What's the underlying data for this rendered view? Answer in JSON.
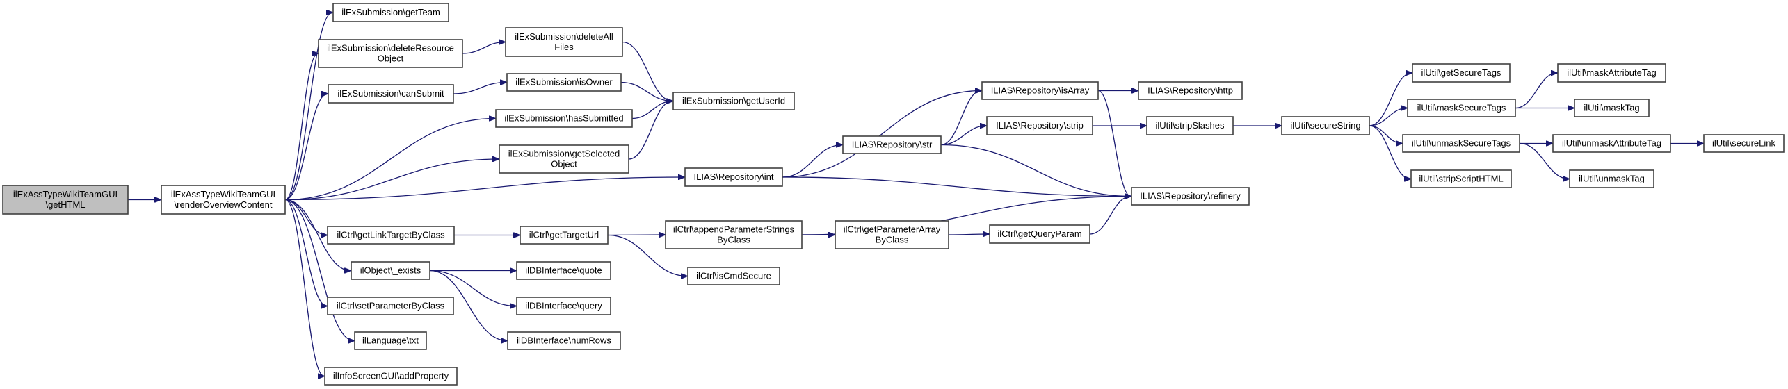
{
  "diagram": {
    "type": "call-graph",
    "colors": {
      "edge": "#191970",
      "node_border": "#404040",
      "node_fill": "#ffffff",
      "root_fill": "#bfbfbf"
    },
    "nodes": [
      {
        "id": "getHTML",
        "lines": [
          "ilExAssTypeWikiTeamGUI",
          "\\getHTML"
        ],
        "root": true
      },
      {
        "id": "renderOverviewContent",
        "lines": [
          "ilExAssTypeWikiTeamGUI",
          "\\renderOverviewContent"
        ]
      },
      {
        "id": "getTeam",
        "lines": [
          "ilExSubmission\\getTeam"
        ]
      },
      {
        "id": "deleteResourceObject",
        "lines": [
          "ilExSubmission\\deleteResource",
          "Object"
        ]
      },
      {
        "id": "canSubmit",
        "lines": [
          "ilExSubmission\\canSubmit"
        ]
      },
      {
        "id": "hasSubmitted",
        "lines": [
          "ilExSubmission\\hasSubmitted"
        ]
      },
      {
        "id": "getSelectedObject",
        "lines": [
          "ilExSubmission\\getSelected",
          "Object"
        ]
      },
      {
        "id": "deleteAllFiles",
        "lines": [
          "ilExSubmission\\deleteAll",
          "Files"
        ]
      },
      {
        "id": "isOwner",
        "lines": [
          "ilExSubmission\\isOwner"
        ]
      },
      {
        "id": "getUserId",
        "lines": [
          "ilExSubmission\\getUserId"
        ]
      },
      {
        "id": "int",
        "lines": [
          "ILIAS\\Repository\\int"
        ]
      },
      {
        "id": "str",
        "lines": [
          "ILIAS\\Repository\\str"
        ]
      },
      {
        "id": "isArray",
        "lines": [
          "ILIAS\\Repository\\isArray"
        ]
      },
      {
        "id": "http",
        "lines": [
          "ILIAS\\Repository\\http"
        ]
      },
      {
        "id": "strip",
        "lines": [
          "ILIAS\\Repository\\strip"
        ]
      },
      {
        "id": "refinery",
        "lines": [
          "ILIAS\\Repository\\refinery"
        ]
      },
      {
        "id": "stripSlashes",
        "lines": [
          "ilUtil\\stripSlashes"
        ]
      },
      {
        "id": "secureString",
        "lines": [
          "ilUtil\\secureString"
        ]
      },
      {
        "id": "getSecureTags",
        "lines": [
          "ilUtil\\getSecureTags"
        ]
      },
      {
        "id": "maskSecureTags",
        "lines": [
          "ilUtil\\maskSecureTags"
        ]
      },
      {
        "id": "unmaskSecureTags",
        "lines": [
          "ilUtil\\unmaskSecureTags"
        ]
      },
      {
        "id": "stripScriptHTML",
        "lines": [
          "ilUtil\\stripScriptHTML"
        ]
      },
      {
        "id": "maskAttributeTag",
        "lines": [
          "ilUtil\\maskAttributeTag"
        ]
      },
      {
        "id": "maskTag",
        "lines": [
          "ilUtil\\maskTag"
        ]
      },
      {
        "id": "unmaskAttributeTag",
        "lines": [
          "ilUtil\\unmaskAttributeTag"
        ]
      },
      {
        "id": "secureLink",
        "lines": [
          "ilUtil\\secureLink"
        ]
      },
      {
        "id": "unmaskTag",
        "lines": [
          "ilUtil\\unmaskTag"
        ]
      },
      {
        "id": "getLinkTargetByClass",
        "lines": [
          "ilCtrl\\getLinkTargetByClass"
        ]
      },
      {
        "id": "getTargetUrl",
        "lines": [
          "ilCtrl\\getTargetUrl"
        ]
      },
      {
        "id": "appendParameterStringsByClass",
        "lines": [
          "ilCtrl\\appendParameterStrings",
          "ByClass"
        ]
      },
      {
        "id": "getParameterArrayByClass",
        "lines": [
          "ilCtrl\\getParameterArray",
          "ByClass"
        ]
      },
      {
        "id": "getQueryParam",
        "lines": [
          "ilCtrl\\getQueryParam"
        ]
      },
      {
        "id": "isCmdSecure",
        "lines": [
          "ilCtrl\\isCmdSecure"
        ]
      },
      {
        "id": "exists",
        "lines": [
          "ilObject\\_exists"
        ]
      },
      {
        "id": "quote",
        "lines": [
          "ilDBInterface\\quote"
        ]
      },
      {
        "id": "query",
        "lines": [
          "ilDBInterface\\query"
        ]
      },
      {
        "id": "numRows",
        "lines": [
          "ilDBInterface\\numRows"
        ]
      },
      {
        "id": "setParameterByClass",
        "lines": [
          "ilCtrl\\setParameterByClass"
        ]
      },
      {
        "id": "txt",
        "lines": [
          "ilLanguage\\txt"
        ]
      },
      {
        "id": "addProperty",
        "lines": [
          "ilInfoScreenGUI\\addProperty"
        ]
      }
    ],
    "edges": [
      [
        "getHTML",
        "renderOverviewContent"
      ],
      [
        "renderOverviewContent",
        "getTeam"
      ],
      [
        "renderOverviewContent",
        "deleteResourceObject"
      ],
      [
        "renderOverviewContent",
        "canSubmit"
      ],
      [
        "renderOverviewContent",
        "hasSubmitted"
      ],
      [
        "renderOverviewContent",
        "getSelectedObject"
      ],
      [
        "renderOverviewContent",
        "int"
      ],
      [
        "renderOverviewContent",
        "getLinkTargetByClass"
      ],
      [
        "renderOverviewContent",
        "exists"
      ],
      [
        "renderOverviewContent",
        "setParameterByClass"
      ],
      [
        "renderOverviewContent",
        "txt"
      ],
      [
        "renderOverviewContent",
        "addProperty"
      ],
      [
        "deleteResourceObject",
        "deleteAllFiles"
      ],
      [
        "deleteAllFiles",
        "getUserId"
      ],
      [
        "canSubmit",
        "isOwner"
      ],
      [
        "isOwner",
        "getUserId"
      ],
      [
        "hasSubmitted",
        "getUserId"
      ],
      [
        "getSelectedObject",
        "getUserId"
      ],
      [
        "int",
        "isArray"
      ],
      [
        "int",
        "str"
      ],
      [
        "int",
        "refinery"
      ],
      [
        "str",
        "isArray"
      ],
      [
        "str",
        "strip"
      ],
      [
        "str",
        "refinery"
      ],
      [
        "isArray",
        "http"
      ],
      [
        "isArray",
        "refinery"
      ],
      [
        "strip",
        "stripSlashes"
      ],
      [
        "stripSlashes",
        "secureString"
      ],
      [
        "secureString",
        "getSecureTags"
      ],
      [
        "secureString",
        "maskSecureTags"
      ],
      [
        "secureString",
        "unmaskSecureTags"
      ],
      [
        "secureString",
        "stripScriptHTML"
      ],
      [
        "maskSecureTags",
        "maskAttributeTag"
      ],
      [
        "maskSecureTags",
        "maskTag"
      ],
      [
        "unmaskSecureTags",
        "unmaskAttributeTag"
      ],
      [
        "unmaskSecureTags",
        "unmaskTag"
      ],
      [
        "unmaskAttributeTag",
        "secureLink"
      ],
      [
        "getLinkTargetByClass",
        "getTargetUrl"
      ],
      [
        "getTargetUrl",
        "appendParameterStringsByClass"
      ],
      [
        "getTargetUrl",
        "isCmdSecure"
      ],
      [
        "appendParameterStringsByClass",
        "getParameterArrayByClass"
      ],
      [
        "appendParameterStringsByClass",
        "refinery"
      ],
      [
        "getParameterArrayByClass",
        "getQueryParam"
      ],
      [
        "getQueryParam",
        "refinery"
      ],
      [
        "exists",
        "quote"
      ],
      [
        "exists",
        "query"
      ],
      [
        "exists",
        "numRows"
      ]
    ]
  }
}
